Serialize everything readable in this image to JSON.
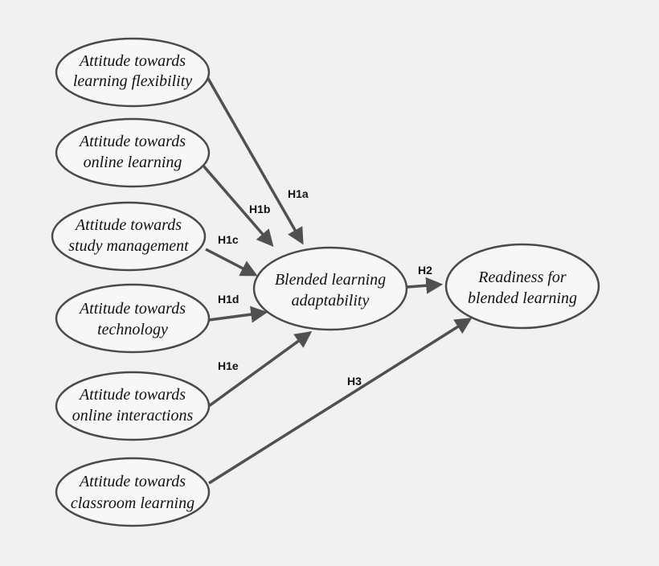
{
  "nodes": {
    "flexibility": {
      "line1": "Attitude towards",
      "line2": "learning flexibility"
    },
    "online_learning": {
      "line1": "Attitude towards",
      "line2": "online learning"
    },
    "study_management": {
      "line1": "Attitude towards",
      "line2": "study management"
    },
    "technology": {
      "line1": "Attitude towards",
      "line2": "technology"
    },
    "online_interactions": {
      "line1": "Attitude towards",
      "line2": "online interactions"
    },
    "classroom_learning": {
      "line1": "Attitude towards",
      "line2": "classroom learning"
    },
    "adaptability": {
      "line1": "Blended learning",
      "line2": "adaptability"
    },
    "readiness": {
      "line1": "Readiness for",
      "line2": "blended learning"
    }
  },
  "hypotheses": {
    "h1a": "H1a",
    "h1b": "H1b",
    "h1c": "H1c",
    "h1d": "H1d",
    "h1e": "H1e",
    "h2": "H2",
    "h3": "H3"
  }
}
